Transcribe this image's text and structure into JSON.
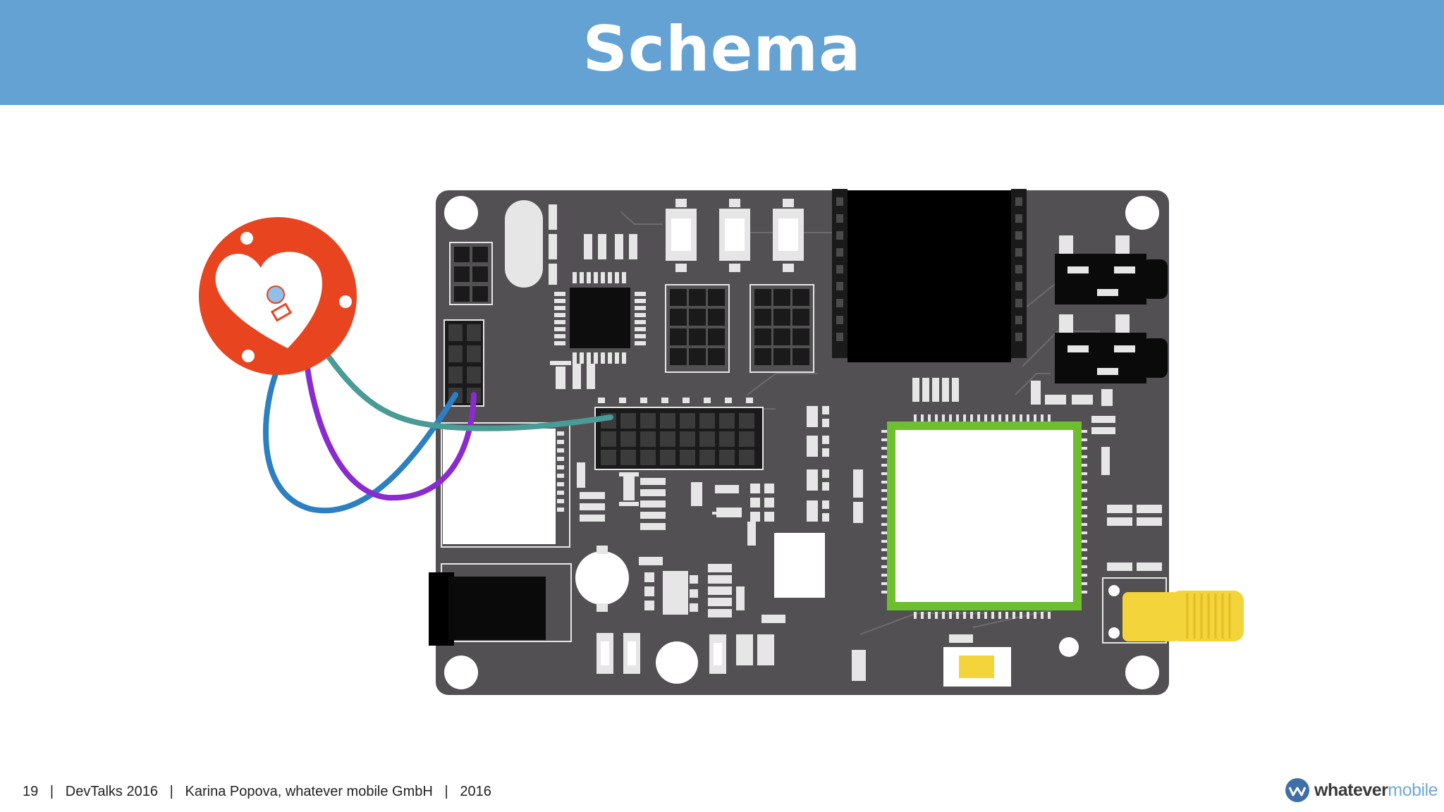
{
  "slide": {
    "title": "Schema"
  },
  "footer": {
    "page_number": "19",
    "separator": "|",
    "event": "DevTalks 2016",
    "author": "Karina Popova, whatever mobile GmbH",
    "year": "2016"
  },
  "logo": {
    "brand_dark": "whatever",
    "brand_light": "mobile",
    "icon": "wave-icon"
  },
  "colors": {
    "header": "#64a2d3",
    "board": "#525052",
    "sensor": "#e8441f",
    "wire_teal": "#4a9a96",
    "wire_purple": "#8a2bd0",
    "wire_blue": "#2d7fc4",
    "lcd_frame": "#6dbf2f",
    "antenna": "#f3d43b"
  }
}
